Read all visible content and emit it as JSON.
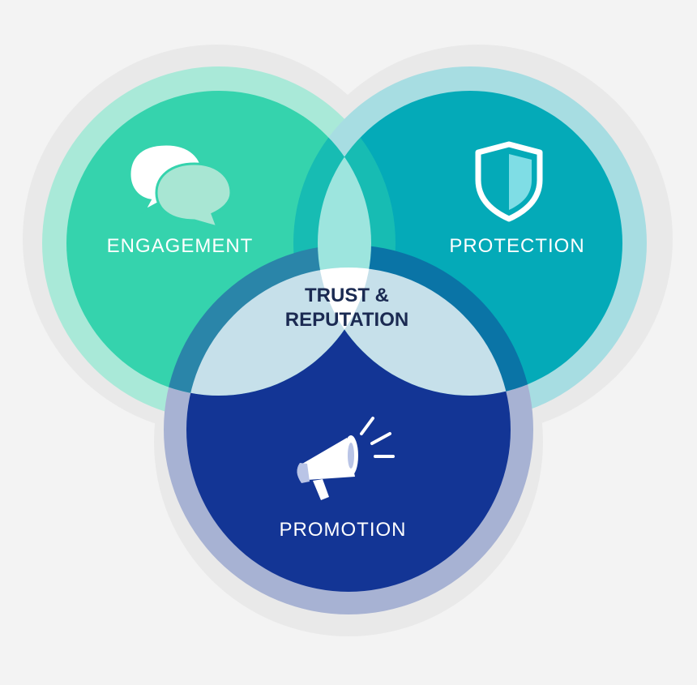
{
  "diagram": {
    "type": "venn",
    "center_label": [
      "TRUST &",
      "REPUTATION"
    ],
    "circles": [
      {
        "id": "engagement",
        "label": "ENGAGEMENT",
        "icon": "speech-bubbles-icon",
        "color": "#35d3ad",
        "ring_color": "#a9e9d8"
      },
      {
        "id": "protection",
        "label": "PROTECTION",
        "icon": "shield-icon",
        "color": "#04aab8",
        "ring_color": "#a7dde2"
      },
      {
        "id": "promotion",
        "label": "PROMOTION",
        "icon": "megaphone-icon",
        "color": "#133595",
        "ring_color": "#a7b2d3"
      }
    ],
    "overlap_colors": {
      "engagement_protection": "#9de5de",
      "center": "#ffffff",
      "engagement_promotion": "#c6e0ea",
      "protection_promotion": "#c6e0ea"
    },
    "text_color_dark": "#1b2a52",
    "text_color_light": "#ffffff"
  }
}
